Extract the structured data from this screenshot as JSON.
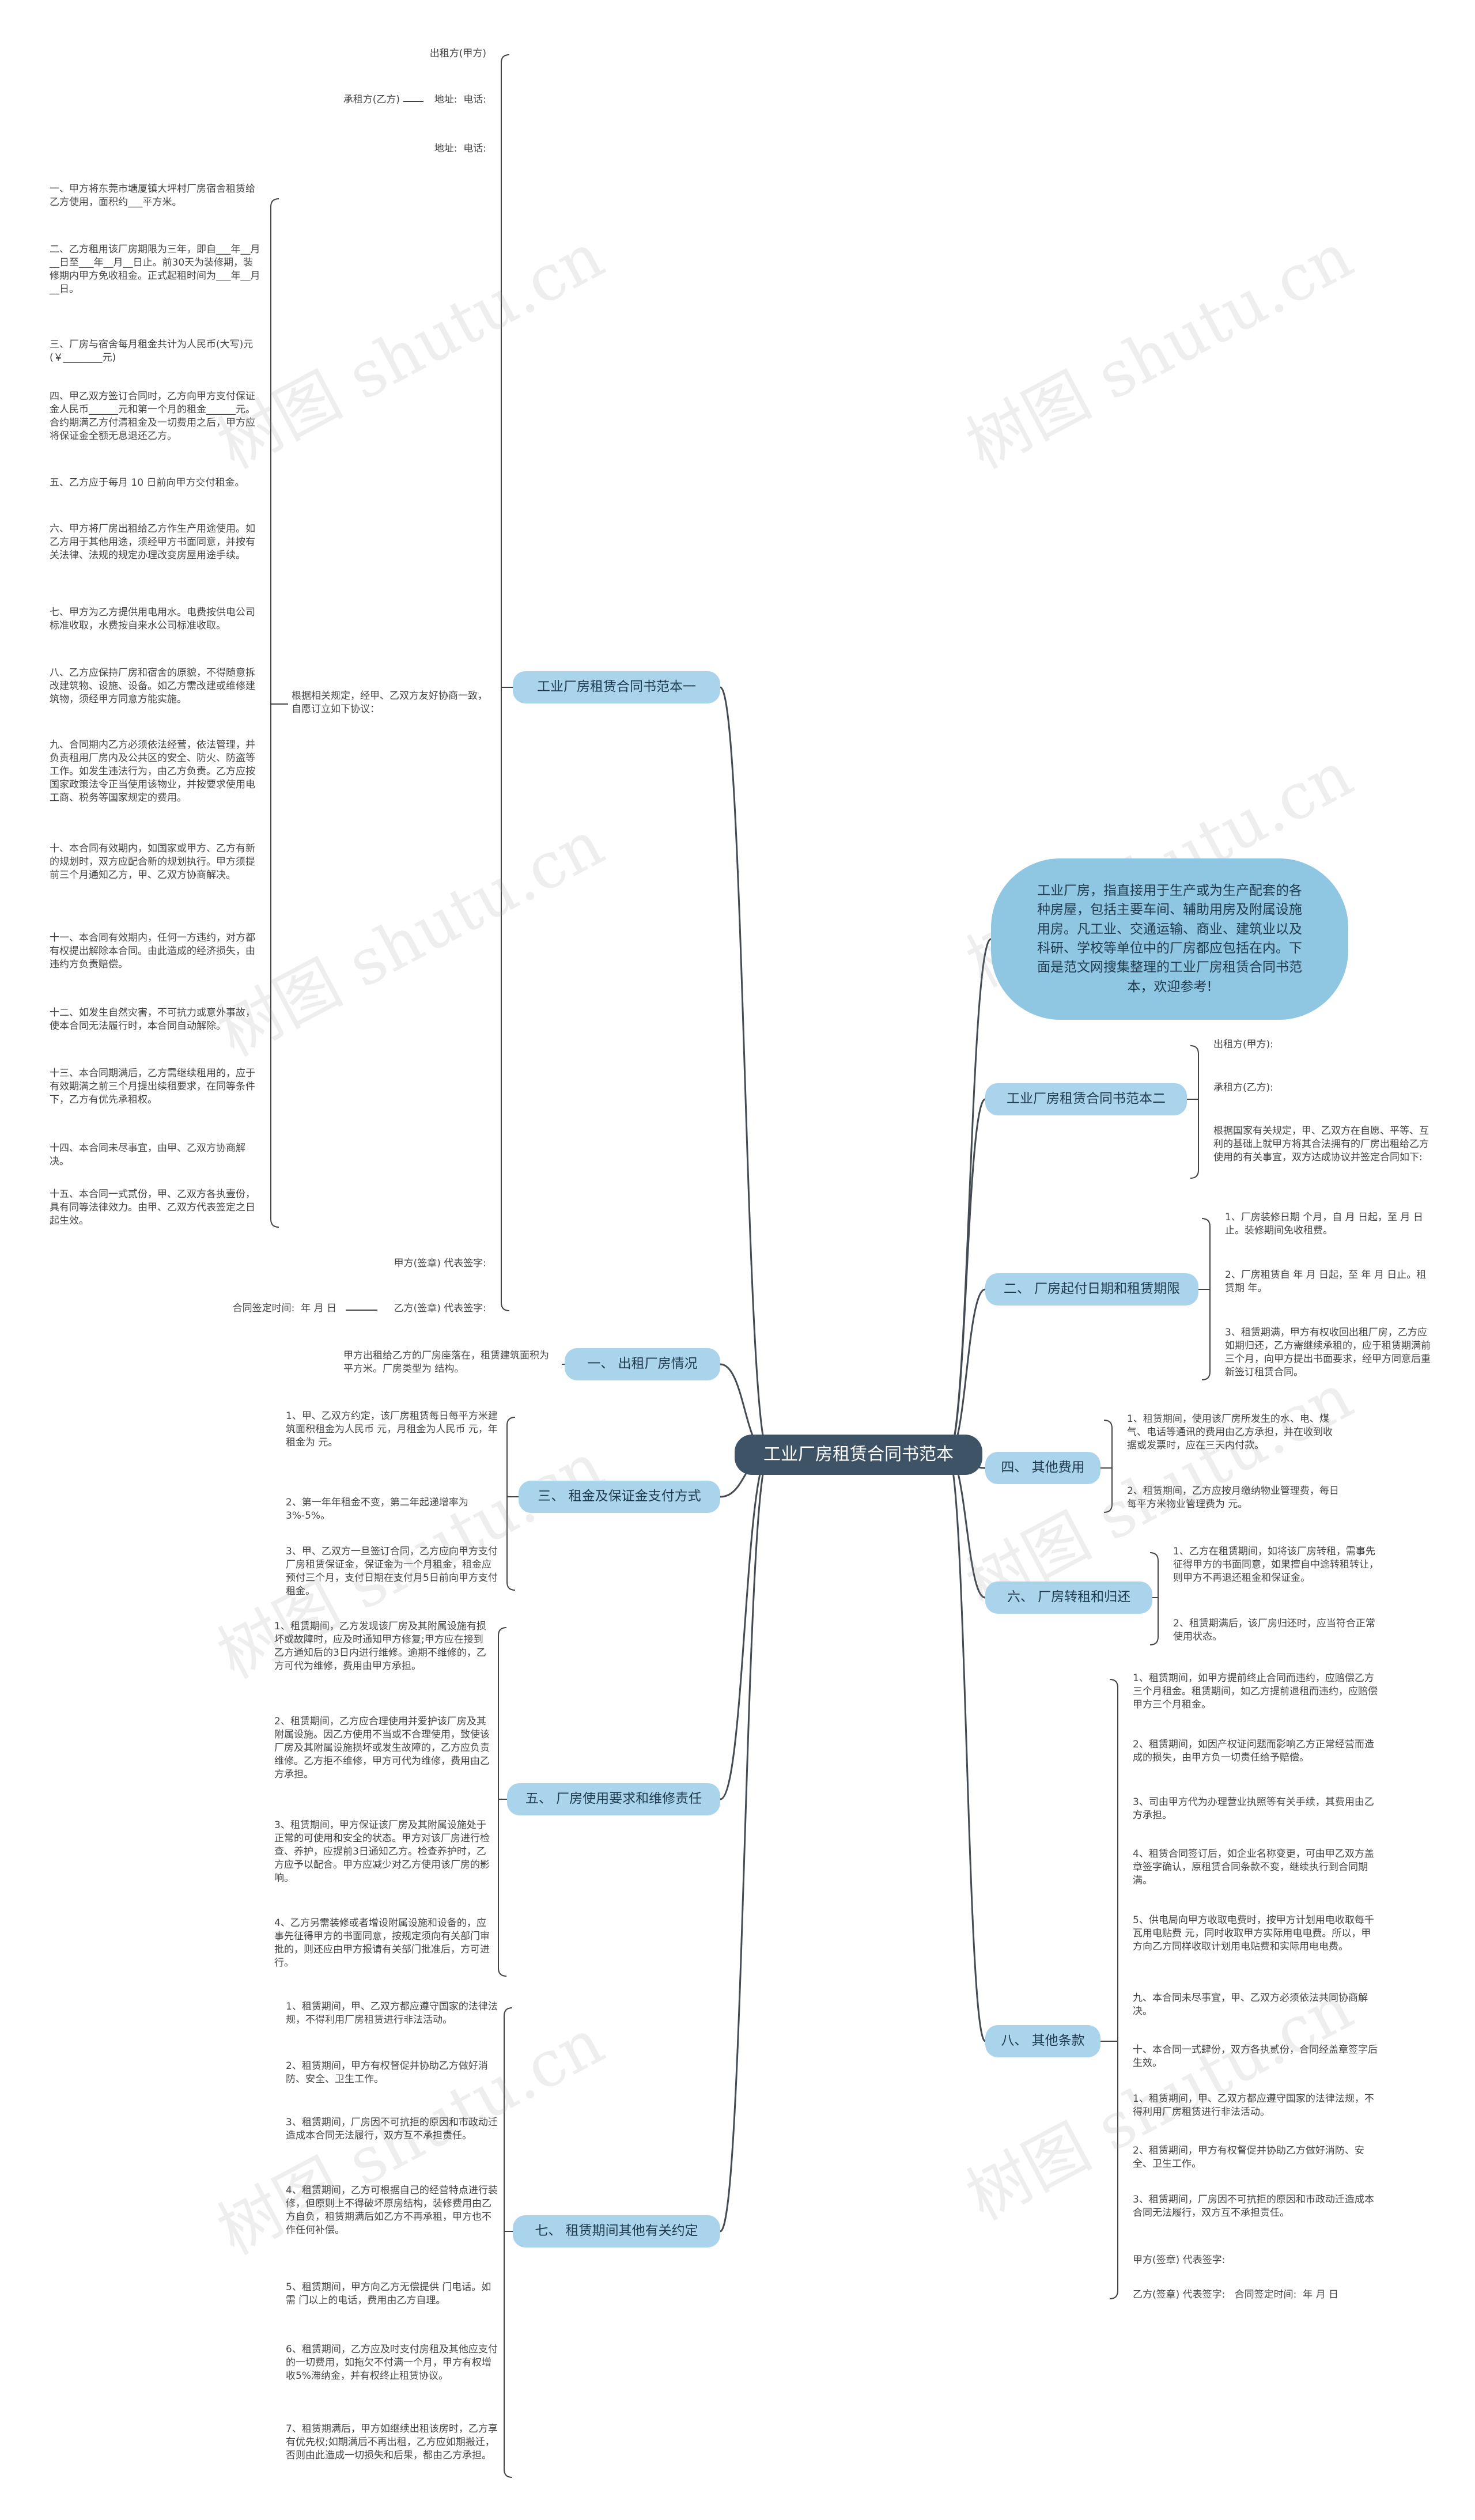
{
  "root": {
    "label": "工业厂房租赁合同书范本"
  },
  "intro": "工业厂房，指直接用于生产或为生产配套的各种房屋，包括主要车间、辅助用房及附属设施用房。凡工业、交通运输、商业、建筑业以及科研、学校等单位中的厂房都应包括在内。下面是范文网搜集整理的工业厂房租赁合同书范本，欢迎参考!",
  "watermark": "树图 shutu.cn",
  "branch1": {
    "label": "工业厂房租赁合同书范本一",
    "top_items": [
      "出租方(甲方)",
      "承租方(乙方)",
      "地址:  电话:",
      "地址:  电话:"
    ],
    "preface": "根据相关规定，经甲、乙双方友好协商一致，自愿订立如下协议：",
    "clauses": [
      "一、甲方将东莞市塘厦镇大坪村厂房宿舍租赁给乙方使用，面积约___平方米。",
      "二、乙方租用该厂房期限为三年，即自___年__月__日至___年__月__日止。前30天为装修期，装修期内甲方免收租金。正式起租时间为___年__月__日。",
      "三、厂房与宿舍每月租金共计为人民币(大写)元(￥________元)",
      "四、甲乙双方签订合同时，乙方向甲方支付保证金人民币______元和第一个月的租金______元。合约期满乙方付清租金及一切费用之后，甲方应将保证金全额无息退还乙方。",
      "五、乙方应于每月 10 日前向甲方交付租金。",
      "六、甲方将厂房出租给乙方作生产用途使用。如乙方用于其他用途，须经甲方书面同意，并按有关法律、法规的规定办理改变房屋用途手续。",
      "七、甲方为乙方提供用电用水。电费按供电公司标准收取，水费按自来水公司标准收取。",
      "八、乙方应保持厂房和宿舍的原貌，不得随意拆改建筑物、设施、设备。如乙方需改建或维修建筑物，须经甲方同意方能实施。",
      "九、合同期内乙方必须依法经营，依法管理，并负责租用厂房内及公共区的安全、防火、防盗等工作。如发生违法行为，由乙方负责。乙方应按国家政策法令正当使用该物业，并按要求使用电工商、税务等国家规定的费用。",
      "十、本合同有效期内，如国家或甲方、乙方有新的规划时，双方应配合新的规划执行。甲方须提前三个月通知乙方，甲、乙双方协商解决。",
      "十一、本合同有效期内，任何一方违约，对方都有权提出解除本合同。由此造成的经济损失，由违约方负责赔偿。",
      "十二、如发生自然灾害，不可抗力或意外事故，使本合同无法履行时，本合同自动解除。",
      "十三、本合同期满后，乙方需继续租用的，应于有效期满之前三个月提出续租要求，在同等条件下，乙方有优先承租权。",
      "十四、本合同未尽事宜，由甲、乙双方协商解决。",
      "十五、本合同一式贰份，甲、乙双方各执壹份，具有同等法律效力。由甲、乙双方代表签定之日起生效。"
    ],
    "bottom_items": [
      "甲方(签章) 代表签字:",
      "乙方(签章) 代表签字:"
    ],
    "date_line": "合同签定时间:  年 月 日"
  },
  "branch2": {
    "label": "一、 出租厂房情况",
    "items": [
      "甲方出租给乙方的厂房座落在，租赁建筑面积为 平方米。厂房类型为 结构。"
    ]
  },
  "branch3": {
    "label": "三、 租金及保证金支付方式",
    "items": [
      "1、甲、乙双方约定，该厂房租赁每日每平方米建筑面积租金为人民币 元，月租金为人民币 元，年租金为 元。",
      "2、第一年年租金不变，第二年起递增率为3%-5%。",
      "3、甲、乙双方一旦签订合同，乙方应向甲方支付厂房租赁保证金，保证金为一个月租金，租金应预付三个月，支付日期在支付月5日前向甲方支付租金。"
    ]
  },
  "branch4": {
    "label": "五、 厂房使用要求和维修责任",
    "items": [
      "1、租赁期间，乙方发现该厂房及其附属设施有损坏或故障时，应及时通知甲方修复;甲方应在接到乙方通知后的3日内进行维修。逾期不维修的，乙方可代为维修，费用由甲方承担。",
      "2、租赁期间，乙方应合理使用并爱护该厂房及其附属设施。因乙方使用不当或不合理使用，致使该厂房及其附属设施损坏或发生故障的，乙方应负责维修。乙方拒不维修，甲方可代为维修，费用由乙方承担。",
      "3、租赁期间，甲方保证该厂房及其附属设施处于正常的可使用和安全的状态。甲方对该厂房进行检查、养护，应提前3日通知乙方。检查养护时，乙方应予以配合。甲方应减少对乙方使用该厂房的影响。",
      "4、乙方另需装修或者增设附属设施和设备的，应事先征得甲方的书面同意，按规定须向有关部门审批的，则还应由甲方报请有关部门批准后，方可进行。"
    ]
  },
  "branch5": {
    "label": "七、 租赁期间其他有关约定",
    "items": [
      "1、租赁期间，甲、乙双方都应遵守国家的法律法规，不得利用厂房租赁进行非法活动。",
      "2、租赁期间，甲方有权督促并协助乙方做好消防、安全、卫生工作。",
      "3、租赁期间，厂房因不可抗拒的原因和市政动迁造成本合同无法履行，双方互不承担责任。",
      "4、租赁期间，乙方可根据自己的经营特点进行装修，但原则上不得破坏原房结构，装修费用由乙方自负，租赁期满后如乙方不再承租，甲方也不作任何补偿。",
      "5、租赁期间，甲方向乙方无偿提供 门电话。如需 门以上的电话，费用由乙方自理。",
      "6、租赁期间，乙方应及时支付房租及其他应支付的一切费用，如拖欠不付满一个月，甲方有权增收5%滞纳金，并有权终止租赁协议。",
      "7、租赁期满后，甲方如继续出租该房时，乙方享有优先权;如期满后不再出租，乙方应如期搬迁，否则由此造成一切损失和后果，都由乙方承担。"
    ]
  },
  "branch6": {
    "label": "工业厂房租赁合同书范本二",
    "items": [
      "出租方(甲方):",
      "承租方(乙方):",
      "根据国家有关规定，甲、乙双方在自愿、平等、互利的基础上就甲方将其合法拥有的厂房出租给乙方使用的有关事宜，双方达成协议并签定合同如下:"
    ]
  },
  "branch7": {
    "label": "二、 厂房起付日期和租赁期限",
    "items": [
      "1、厂房装修日期 个月，自 月 日起，至 月 日止。装修期间免收租费。",
      "2、厂房租赁自 年 月 日起，至 年 月 日止。租赁期 年。",
      "3、租赁期满，甲方有权收回出租厂房，乙方应如期归还，乙方需继续承租的，应于租赁期满前三个月，向甲方提出书面要求，经甲方同意后重新签订租赁合同。"
    ]
  },
  "branch8": {
    "label": "四、 其他费用",
    "items": [
      "1、租赁期间，使用该厂房所发生的水、电、煤气、电话等通讯的费用由乙方承担，并在收到收据或发票时，应在三天内付款。",
      "2、租赁期间，乙方应按月缴纳物业管理费，每日每平方米物业管理费为 元。"
    ]
  },
  "branch9": {
    "label": "六、 厂房转租和归还",
    "items": [
      "1、乙方在租赁期间，如将该厂房转租，需事先征得甲方的书面同意，如果擅自中途转租转让，则甲方不再退还租金和保证金。",
      "2、租赁期满后，该厂房归还时，应当符合正常使用状态。"
    ]
  },
  "branch10": {
    "label": "八、 其他条款",
    "items": [
      "1、租赁期间，如甲方提前终止合同而违约，应赔偿乙方三个月租金。租赁期间，如乙方提前退租而违约，应赔偿甲方三个月租金。",
      "2、租赁期间，如因产权证问题而影响乙方正常经营而造成的损失，由甲方负一切责任给予赔偿。",
      "3、司由甲方代为办理营业执照等有关手续，其费用由乙方承担。",
      "4、租赁合同签订后，如企业名称变更，可由甲乙双方盖章签字确认，原租赁合同条款不变，继续执行到合同期满。",
      "5、供电局向甲方收取电费时，按甲方计划用电收取每千瓦用电贴费 元，同时收取甲方实际用电电费。所以，甲方向乙方同样收取计划用电贴费和实际用电电费。",
      "九、本合同未尽事宜，甲、乙双方必须依法共同协商解决。",
      "十、本合同一式肆份，双方各执贰份，合同经盖章签字后生效。",
      "1、租赁期间，甲、乙双方都应遵守国家的法律法规，不得利用厂房租赁进行非法活动。",
      "2、租赁期间，甲方有权督促并协助乙方做好消防、安全、卫生工作。",
      "3、租赁期间，厂房因不可抗拒的原因和市政动迁造成本合同无法履行，双方互不承担责任。",
      "甲方(签章) 代表签字:",
      "乙方(签章) 代表签字:   合同签定时间:  年 月 日"
    ]
  }
}
